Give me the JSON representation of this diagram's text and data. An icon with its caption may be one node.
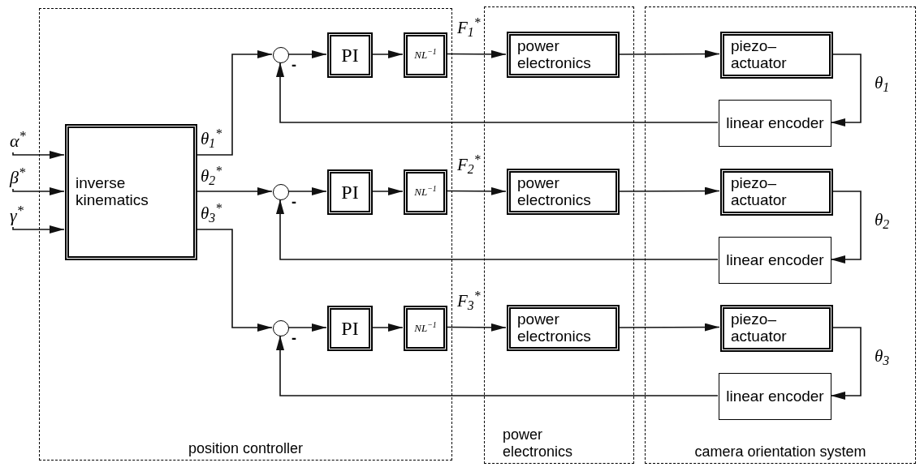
{
  "diagram": {
    "nodes": [
      {
        "text": [
          "position controller"
        ]
      },
      {
        "text": [
          "power electronics"
        ]
      },
      {
        "text": [
          "camera orientation system"
        ]
      },
      {
        "text": [
          "α$^{*}$"
        ]
      },
      {
        "text": [
          "β$^{*}$"
        ]
      },
      {
        "text": [
          "γ$^{*}$"
        ]
      },
      {
        "text": [
          "inverse kinematics"
        ],
        "in": 0
      },
      {
        "text": [],
        "shape": "circle",
        "beside": [
          "-"
        ],
        "in": 0
      },
      {
        "text": [
          "PI"
        ],
        "in": 0
      },
      {
        "text": [
          "NL$^{−1}$"
        ],
        "in": 0
      },
      {
        "text": [
          "power electronics"
        ],
        "in": 1
      },
      {
        "text": [
          "piezo– actuator"
        ],
        "in": 2
      },
      {
        "text": [
          "linear encoder"
        ],
        "in": 2
      },
      {
        "text": [],
        "shape": "circle",
        "beside": [
          "-"
        ],
        "in": 0
      },
      {
        "text": [
          "PI"
        ],
        "in": 0
      },
      {
        "text": [
          "NL$^{−1}$"
        ],
        "in": 0
      },
      {
        "text": [
          "power electronics"
        ],
        "in": 1
      },
      {
        "text": [
          "piezo– actuator"
        ],
        "in": 2
      },
      {
        "text": [
          "linear encoder"
        ],
        "in": 2
      },
      {
        "text": [],
        "shape": "circle",
        "beside": [
          "-"
        ],
        "in": 0
      },
      {
        "text": [
          "PI"
        ],
        "in": 0
      },
      {
        "text": [
          "NL$^{−1}$"
        ],
        "in": 0
      },
      {
        "text": [
          "power electronics"
        ],
        "in": 1
      },
      {
        "text": [
          "piezo– actuator"
        ],
        "in": 2
      },
      {
        "text": [
          "linear encoder"
        ],
        "in": 2
      }
    ],
    "edges": [
      {
        "from": 3,
        "to": 6,
        "arrow": "to"
      },
      {
        "from": 4,
        "to": 6,
        "arrow": "to"
      },
      {
        "from": 5,
        "to": 6,
        "arrow": "to"
      },
      {
        "from": 6,
        "to": 7,
        "arrow": "to",
        "label": "θ$_{1}$$^{*}$"
      },
      {
        "from": 7,
        "to": 8,
        "arrow": "to"
      },
      {
        "from": 8,
        "to": 9,
        "arrow": "to"
      },
      {
        "from": 9,
        "to": 10,
        "arrow": "to",
        "label": "F$_{1}$$^{*}$"
      },
      {
        "from": 10,
        "to": 11,
        "arrow": "to"
      },
      {
        "from": 11,
        "to": 12,
        "arrow": "to",
        "label": "θ$_{1}$"
      },
      {
        "from": 12,
        "to": 7,
        "arrow": "to"
      },
      {
        "from": 6,
        "to": 13,
        "arrow": "to",
        "label": "θ$_{2}$$^{*}$"
      },
      {
        "from": 13,
        "to": 14,
        "arrow": "to"
      },
      {
        "from": 14,
        "to": 15,
        "arrow": "to"
      },
      {
        "from": 15,
        "to": 16,
        "arrow": "to",
        "label": "F$_{2}$$^{*}$"
      },
      {
        "from": 16,
        "to": 17,
        "arrow": "to"
      },
      {
        "from": 17,
        "to": 18,
        "arrow": "to",
        "label": "θ$_{2}$"
      },
      {
        "from": 18,
        "to": 13,
        "arrow": "to"
      },
      {
        "from": 6,
        "to": 19,
        "arrow": "to",
        "label": "θ$_{3}$$^{*}$"
      },
      {
        "from": 19,
        "to": 20,
        "arrow": "to"
      },
      {
        "from": 20,
        "to": 21,
        "arrow": "to"
      },
      {
        "from": 21,
        "to": 22,
        "arrow": "to",
        "label": "F$_{3}$$^{*}$"
      },
      {
        "from": 22,
        "to": 23,
        "arrow": "to"
      },
      {
        "from": 23,
        "to": 24,
        "arrow": "to",
        "label": "θ$_{3}$"
      },
      {
        "from": 24,
        "to": 19,
        "arrow": "to"
      }
    ]
  }
}
